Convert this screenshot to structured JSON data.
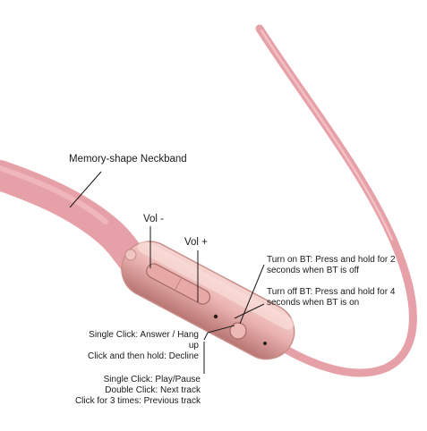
{
  "colors": {
    "background": "#ffffff",
    "cable": "#e9a1a7",
    "cable_edge": "#d98e95",
    "remote": "#eab3b1",
    "remote_metal": "#c98a86",
    "leader_line": "#1a1a1a"
  },
  "labels": {
    "neckband": "Memory-shape Neckband",
    "vol_minus": "Vol -",
    "vol_plus": "Vol +",
    "bt_on": [
      "Turn on BT: Press and hold for 2",
      "seconds when BT is off"
    ],
    "bt_off": [
      "Turn off BT: Press and hold for 4",
      "seconds when BT is on"
    ],
    "answer": [
      "Single Click: Answer / Hang up",
      "Click and then hold: Decline"
    ],
    "play": [
      "Single Click: Play/Pause",
      "Double Click: Next track",
      "Click for 3 times: Previous track"
    ]
  }
}
